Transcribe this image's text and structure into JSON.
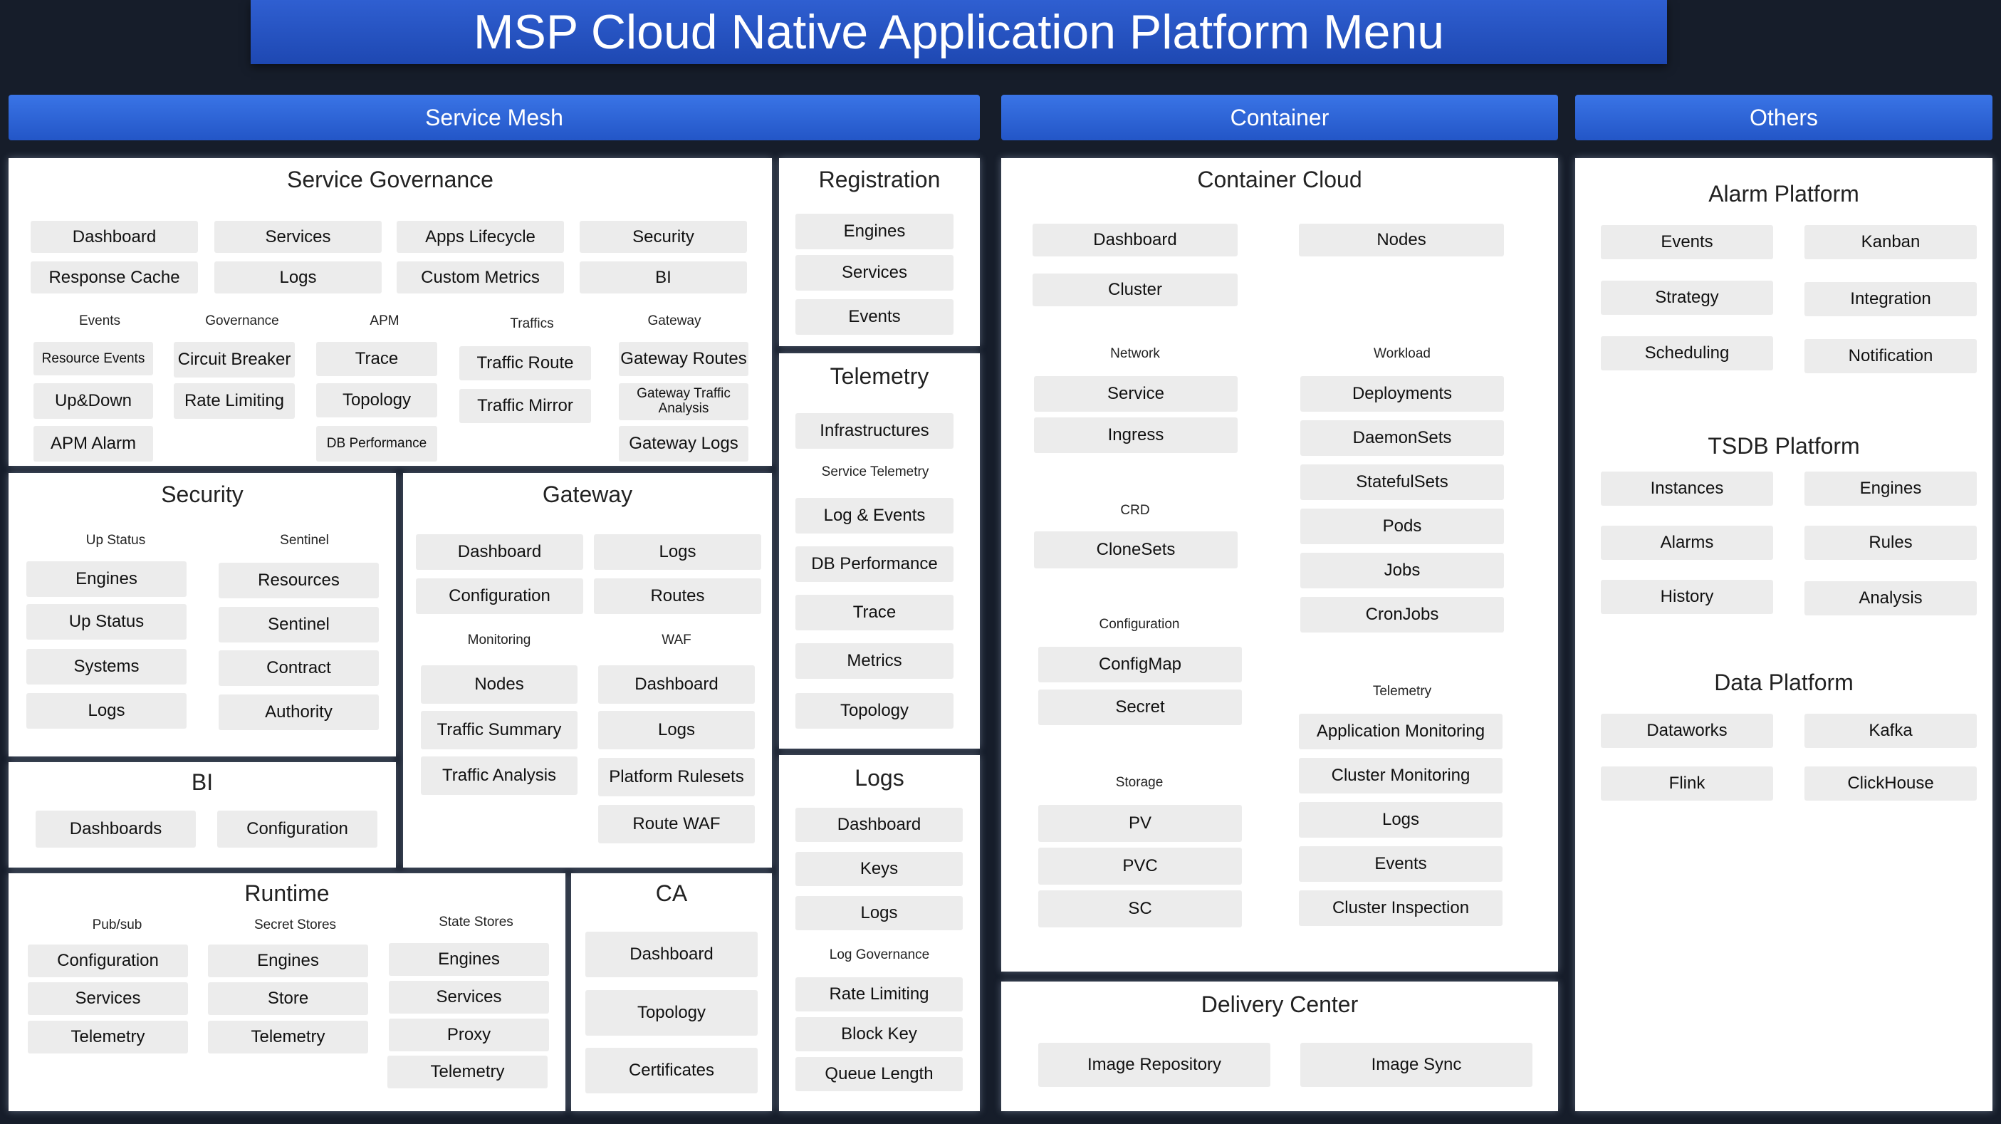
{
  "title": "MSP Cloud Native Application Platform Menu",
  "sections": {
    "service_mesh": "Service Mesh",
    "container": "Container",
    "others": "Others"
  },
  "service_governance": {
    "title": "Service Governance",
    "top": [
      "Dashboard",
      "Services",
      "Apps Lifecycle",
      "Security",
      "Response Cache",
      "Logs",
      "Custom Metrics",
      "BI"
    ],
    "events": {
      "label": "Events",
      "items": [
        "Resource Events",
        "Up&Down",
        "APM Alarm"
      ]
    },
    "governance": {
      "label": "Governance",
      "items": [
        "Circuit Breaker",
        "Rate Limiting"
      ]
    },
    "apm": {
      "label": "APM",
      "items": [
        "Trace",
        "Topology",
        "DB Performance"
      ]
    },
    "traffics": {
      "label": "Traffics",
      "items": [
        "Traffic Route",
        "Traffic Mirror"
      ]
    },
    "gateway": {
      "label": "Gateway",
      "items": [
        "Gateway Routes",
        "Gateway Traffic Analysis",
        "Gateway Logs"
      ]
    }
  },
  "registration": {
    "title": "Registration",
    "items": [
      "Engines",
      "Services",
      "Events"
    ]
  },
  "telemetry": {
    "title": "Telemetry",
    "items": [
      "Infrastructures",
      "Log & Events",
      "DB Performance",
      "Trace",
      "Metrics",
      "Topology"
    ],
    "service_label": "Service Telemetry"
  },
  "security": {
    "title": "Security",
    "up_status": {
      "label": "Up Status",
      "items": [
        "Engines",
        "Up Status",
        "Systems",
        "Logs"
      ]
    },
    "sentinel": {
      "label": "Sentinel",
      "items": [
        "Resources",
        "Sentinel",
        "Contract",
        "Authority"
      ]
    }
  },
  "gateway": {
    "title": "Gateway",
    "top": [
      "Dashboard",
      "Logs",
      "Configuration",
      "Routes"
    ],
    "monitoring": {
      "label": "Monitoring",
      "items": [
        "Nodes",
        "Traffic Summary",
        "Traffic Analysis"
      ]
    },
    "waf": {
      "label": "WAF",
      "items": [
        "Dashboard",
        "Logs",
        "Platform Rulesets",
        "Route WAF"
      ]
    }
  },
  "bi": {
    "title": "BI",
    "items": [
      "Dashboards",
      "Configuration"
    ]
  },
  "runtime": {
    "title": "Runtime",
    "pubsub": {
      "label": "Pub/sub",
      "items": [
        "Configuration",
        "Services",
        "Telemetry"
      ]
    },
    "secret": {
      "label": "Secret Stores",
      "items": [
        "Engines",
        "Store",
        "Telemetry"
      ]
    },
    "state": {
      "label": "State Stores",
      "items": [
        "Engines",
        "Services",
        "Proxy",
        "Telemetry"
      ]
    }
  },
  "ca": {
    "title": "CA",
    "items": [
      "Dashboard",
      "Topology",
      "Certificates"
    ]
  },
  "logs": {
    "title": "Logs",
    "items": [
      "Dashboard",
      "Keys",
      "Logs"
    ],
    "gov_label": "Log Governance",
    "gov_items": [
      "Rate Limiting",
      "Block Key",
      "Queue Length"
    ]
  },
  "container_cloud": {
    "title": "Container Cloud",
    "top": [
      "Dashboard",
      "Nodes",
      "Cluster"
    ],
    "network": {
      "label": "Network",
      "items": [
        "Service",
        "Ingress"
      ]
    },
    "crd": {
      "label": "CRD",
      "items": [
        "CloneSets"
      ]
    },
    "configuration": {
      "label": "Configuration",
      "items": [
        "ConfigMap",
        "Secret"
      ]
    },
    "storage": {
      "label": "Storage",
      "items": [
        "PV",
        "PVC",
        "SC"
      ]
    },
    "workload": {
      "label": "Workload",
      "items": [
        "Deployments",
        "DaemonSets",
        "StatefulSets",
        "Pods",
        "Jobs",
        "CronJobs"
      ]
    },
    "telemetry": {
      "label": "Telemetry",
      "items": [
        "Application Monitoring",
        "Cluster Monitoring",
        "Logs",
        "Events",
        "Cluster Inspection"
      ]
    }
  },
  "delivery_center": {
    "title": "Delivery Center",
    "items": [
      "Image Repository",
      "Image Sync"
    ]
  },
  "alarm": {
    "title": "Alarm Platform",
    "items": [
      "Events",
      "Kanban",
      "Strategy",
      "Integration",
      "Scheduling",
      "Notification"
    ]
  },
  "tsdb": {
    "title": "TSDB Platform",
    "items": [
      "Instances",
      "Engines",
      "Alarms",
      "Rules",
      "History",
      "Analysis"
    ]
  },
  "data_platform": {
    "title": "Data Platform",
    "items": [
      "Dataworks",
      "Kafka",
      "Flink",
      "ClickHouse"
    ]
  }
}
